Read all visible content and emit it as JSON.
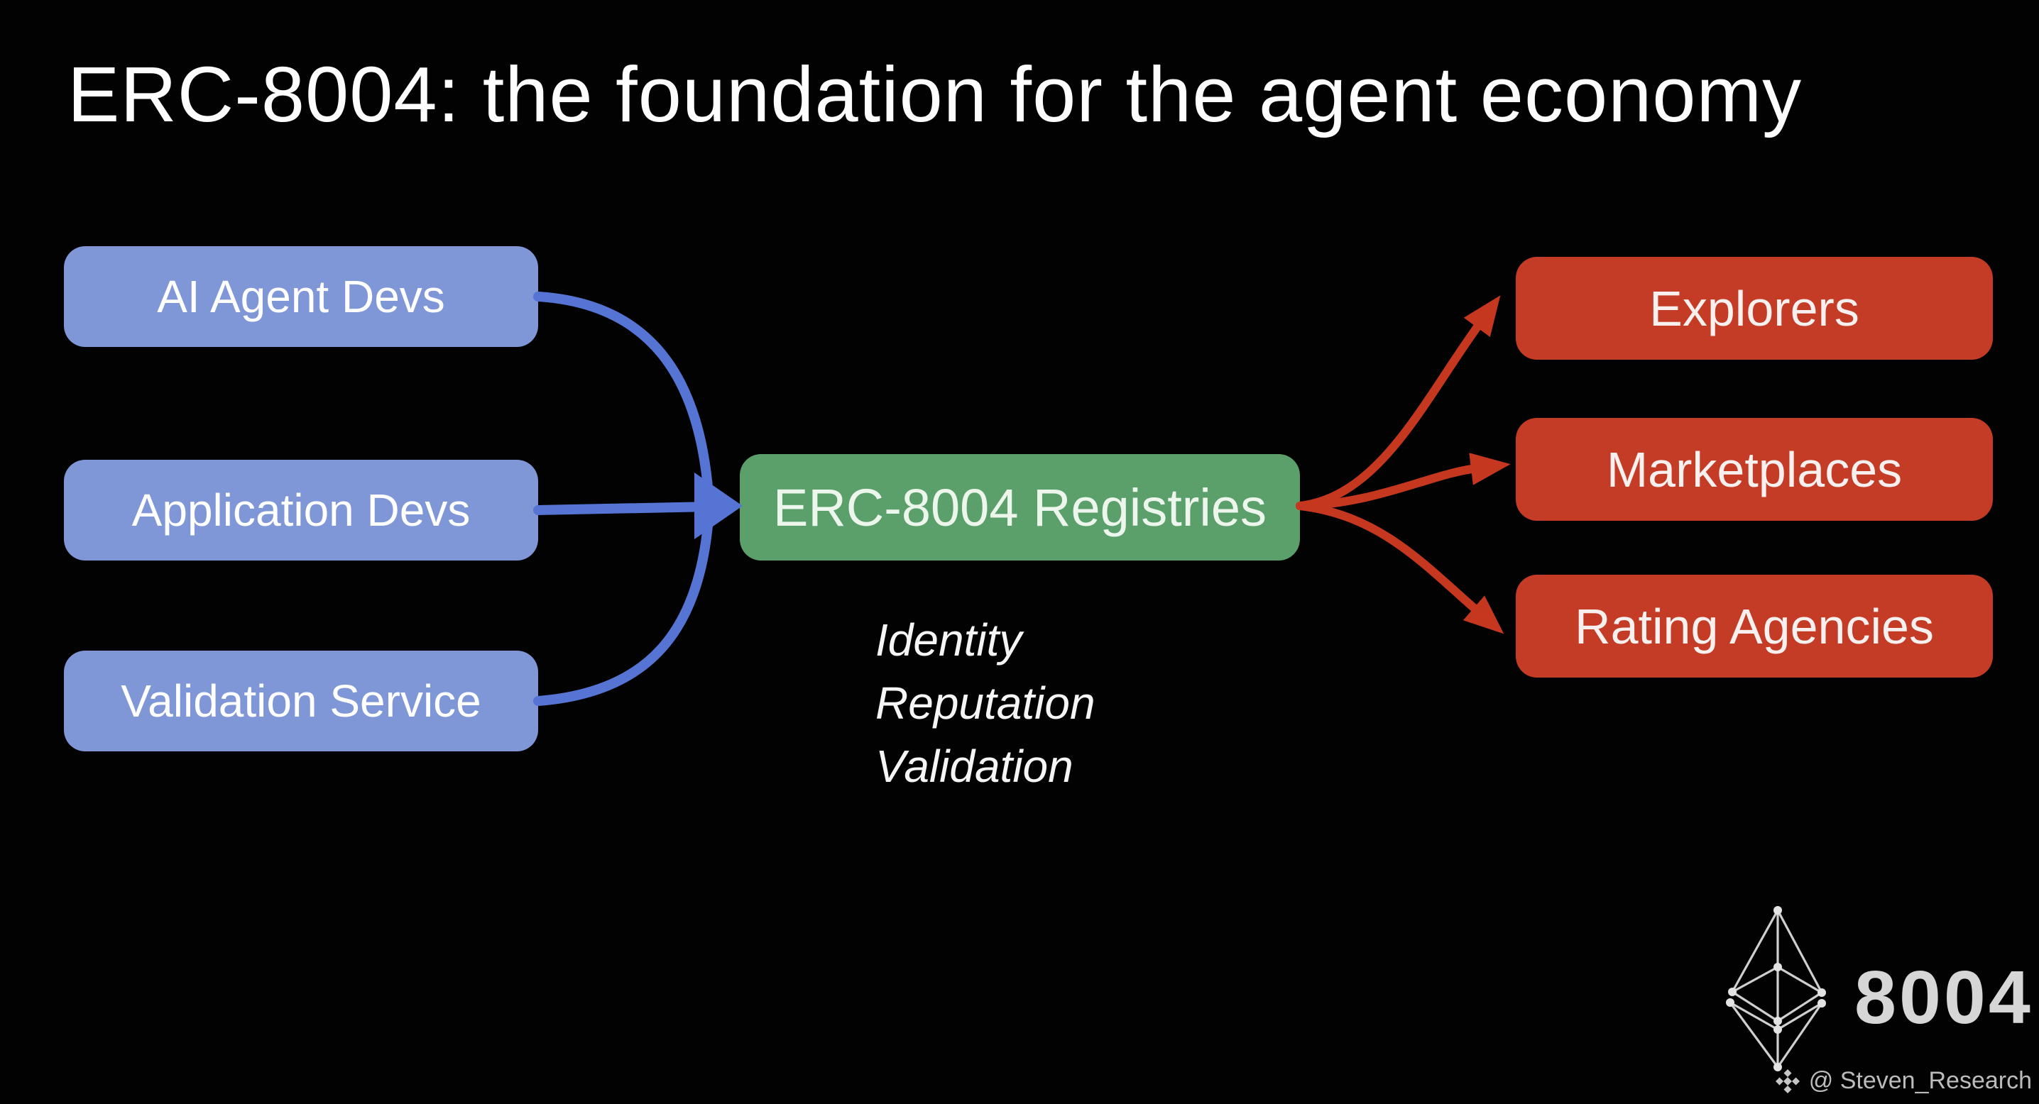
{
  "slide": {
    "title": "ERC-8004: the foundation for the agent economy"
  },
  "diagram": {
    "sources": [
      {
        "label": "AI Agent Devs"
      },
      {
        "label": "Application Devs"
      },
      {
        "label": "Validation Service"
      }
    ],
    "hub": {
      "label": "ERC-8004 Registries",
      "features": [
        "Identity",
        "Reputation",
        "Validation"
      ]
    },
    "consumers": [
      {
        "label": "Explorers"
      },
      {
        "label": "Marketplaces"
      },
      {
        "label": "Rating Agencies"
      }
    ]
  },
  "branding": {
    "logo_icon": "ethereum-wireframe-icon",
    "logo_text": "8004",
    "watermark_icon": "binance-diamond-icon",
    "watermark_text": "@ Steven_Research"
  },
  "colors": {
    "background": "#020202",
    "source_box": "#8097d7",
    "hub_box": "#5ba06a",
    "consumer_box": "#c43b26",
    "source_arrow": "#5574d4",
    "consumer_arrow": "#c5381f",
    "title_text": "#fdfdfd",
    "logo": "#d6d6d6",
    "watermark": "#bcbcbc"
  }
}
